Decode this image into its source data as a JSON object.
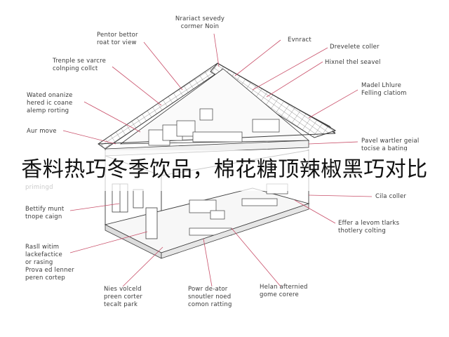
{
  "headline": "香料热巧冬季饮品，棉花糖顶辣椒黑巧对比",
  "colors": {
    "line": "#3c3c3c",
    "roof_tile": "#7a7a7a",
    "leader": "#c9506a",
    "text": "#3a3a3a"
  },
  "callouts": {
    "top_center": [
      "Nrariact sevedy",
      "cormer Noin"
    ],
    "pentor": [
      "Pentor bettor",
      "roat tor view"
    ],
    "tremple": [
      "Trenple se varcre",
      "colnping collct"
    ],
    "wated": [
      "Wated onanize",
      "hered ic coane",
      "alemp rorting"
    ],
    "aur": [
      "Aur move"
    ],
    "primingd": [
      "primingd"
    ],
    "bettify": [
      "Bettify munt",
      "tnope caign"
    ],
    "rasll": [
      "Rasll witim",
      "lackefactice",
      "or rasing",
      "Prova ed lenner",
      "peren cortep"
    ],
    "nies": [
      "Nies volceld",
      "preen corter",
      "tecalt park"
    ],
    "powr": [
      "Powr de-ator",
      "snoutler noed",
      "comon ratting"
    ],
    "helan": [
      "Helan afternied",
      "gome corere"
    ],
    "evnract": [
      "Evnract"
    ],
    "drevelete": [
      "Drevelete coller"
    ],
    "hixnel": [
      "Hixnel thel seavel"
    ],
    "madel": [
      "Madel Lhlure",
      "Felling clatiom"
    ],
    "pavel": [
      "Pavel wartler geial",
      "tocise a bating"
    ],
    "cila": [
      "Cila coller"
    ],
    "effer": [
      "Effer a levom tlarks",
      "thotlery colting"
    ]
  }
}
